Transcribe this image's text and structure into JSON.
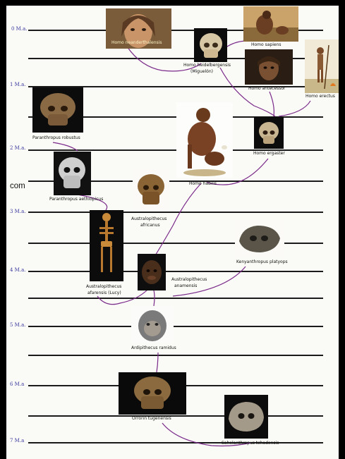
{
  "time_axis": [
    "0 M.a.",
    "1 M.a.",
    "2 M.a.",
    "3 M.a.",
    "4 M.a.",
    "5 M.a.",
    "6 M.a",
    "7 M.a"
  ],
  "side_text": "com",
  "species": {
    "neanderthalensis": "Homo neanderthalensis",
    "sapiens": "Homo sapiens",
    "heidelbergensis": "Homo heidelbergensis",
    "heidelbergensis_note": "(Miguelón)",
    "antecessor": "Homo antecessor",
    "erectus": "Homo erectus",
    "robustus": "Paranthropus robustus",
    "ergaster": "Homo ergaster",
    "habilis": "Homo habilis",
    "aethiopicus": "Paranthropus aethiopicus",
    "africanus_1": "Australopithecus",
    "africanus_2": "africanus",
    "platyops": "Kenyanthropus platyops",
    "anamensis_1": "Australopithecus",
    "anamensis_2": "anamensis",
    "afarensis_1": "Australopithecus",
    "afarensis_2": "afarensis (Lucy)",
    "ramidus": "Ardipithecus ramidus",
    "tugenensis": "Orrorin tugenensis",
    "tchadensis": "Sahelanthropus tchadensis"
  },
  "colors": {
    "axis_labels": "#3a3aa0",
    "links": "#7a2a8a",
    "lines": "#1a1a1a"
  }
}
